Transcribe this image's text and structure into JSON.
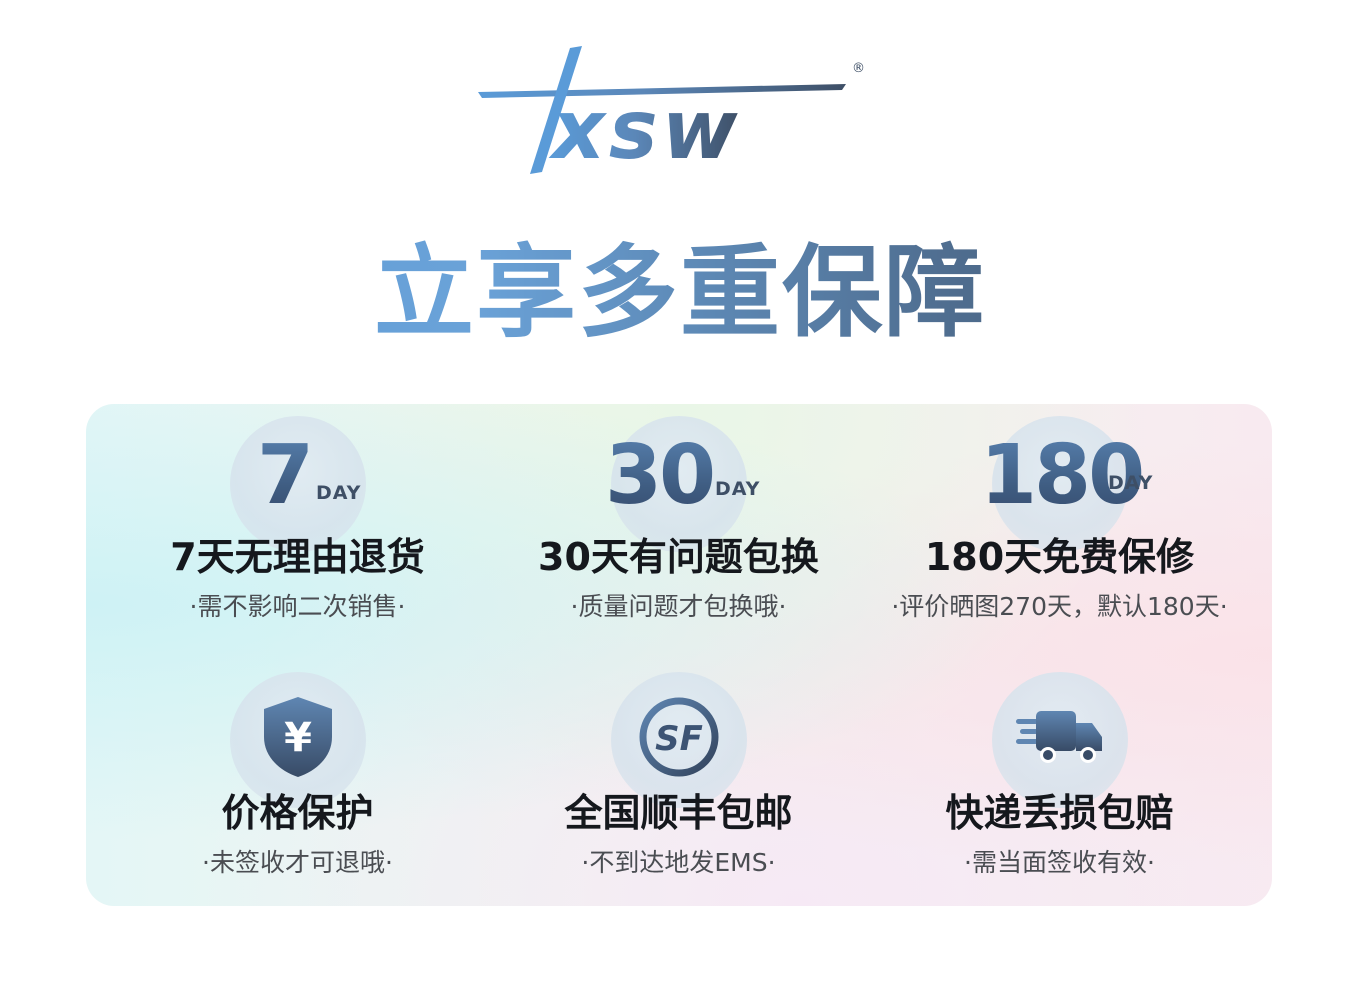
{
  "brand": {
    "logo_text": "txsw",
    "registered_mark": "®"
  },
  "headline": "立享多重保障",
  "colors": {
    "accent_blue": "#5b9bd8",
    "accent_slate": "#3e4f66",
    "title_text": "#15181d",
    "sub_text": "#4a4d52"
  },
  "cards": [
    {
      "big_number": "7",
      "unit": "DAY",
      "title": "7天无理由退货",
      "subtitle": "·需不影响二次销售·"
    },
    {
      "big_number": "30",
      "unit": "DAY",
      "title": "30天有问题包换",
      "subtitle": "·质量问题才包换哦·"
    },
    {
      "big_number": "180",
      "unit": "DAY",
      "title": "180天免费保修",
      "subtitle": "·评价晒图270天，默认180天·"
    },
    {
      "icon": "yuan-shield-icon",
      "icon_glyph": "¥",
      "title": "价格保护",
      "subtitle": "·未签收才可退哦·"
    },
    {
      "icon": "sf-express-icon",
      "icon_glyph": "SF",
      "title": "全国顺丰包邮",
      "subtitle": "·不到达地发EMS·"
    },
    {
      "icon": "delivery-truck-icon",
      "title": "快递丢损包赔",
      "subtitle": "·需当面签收有效·"
    }
  ]
}
